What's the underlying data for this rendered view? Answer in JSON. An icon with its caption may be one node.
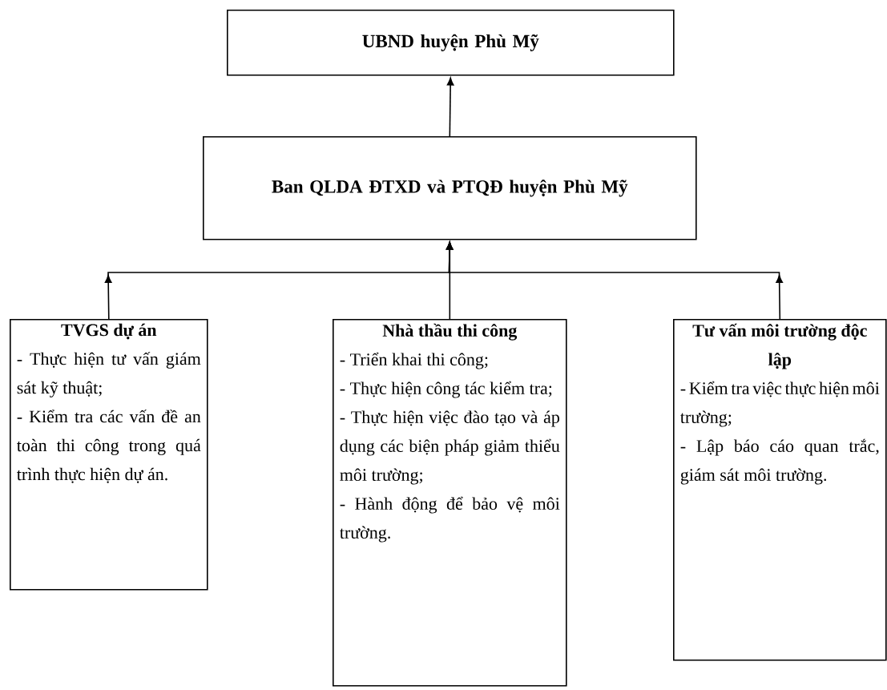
{
  "diagram": {
    "nodes": [
      {
        "text": [
          "UBND huyện Phù Mỹ"
        ]
      },
      {
        "text": [
          "Ban QLDA ĐTXD và PTQĐ huyện Phù Mỹ"
        ]
      },
      {
        "text": [
          "TVGS dự án",
          "- Thực hiện tư vấn giám sát kỹ thuật;",
          "- Kiểm tra các vấn đề an toàn thi công trong quá trình thực hiện dự án."
        ]
      },
      {
        "text": [
          "Nhà thầu thi công",
          "- Triển khai thi công;",
          "- Thực hiện công tác kiểm tra;",
          "- Thực hiện việc đào tạo và áp dụng các biện pháp giảm thiểu môi trường;",
          "- Hành động để bảo vệ môi trường."
        ]
      },
      {
        "text": [
          "Tư vấn môi trường độc lập",
          "- Kiểm tra việc thực hiện môi trường;",
          "- Lập báo cáo quan trắc, giám sát môi trường."
        ]
      }
    ],
    "edges": [
      {
        "from": 1,
        "to": 0,
        "arrow": "to"
      },
      {
        "from": 2,
        "to": 1,
        "arrow": "to"
      },
      {
        "from": 3,
        "to": 1,
        "arrow": "to"
      },
      {
        "from": 4,
        "to": 1,
        "arrow": "to"
      }
    ]
  }
}
